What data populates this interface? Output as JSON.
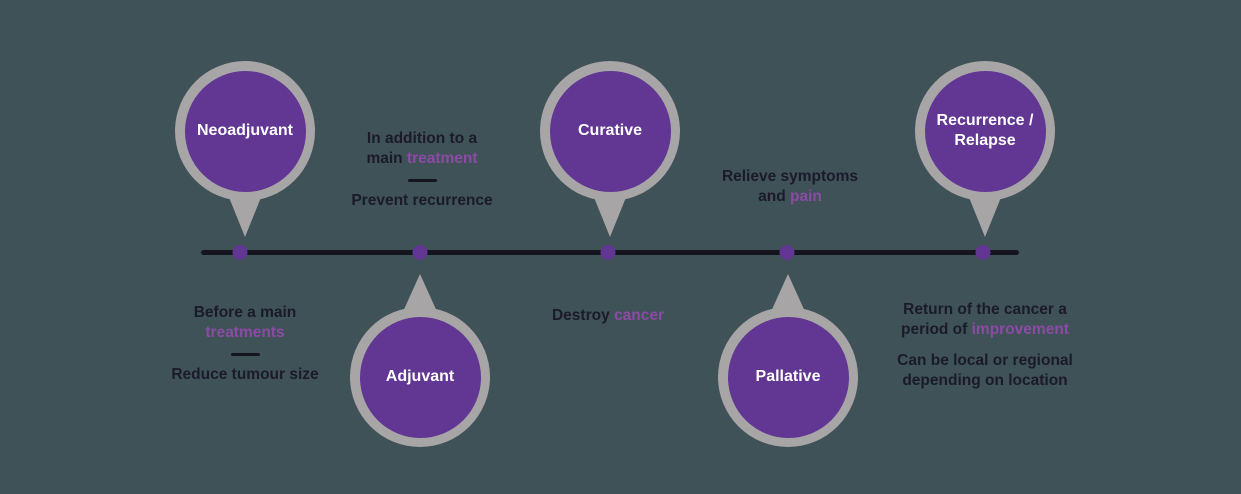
{
  "colors": {
    "background": "#3F5257",
    "circle_fill": "#623693",
    "circle_ring": "#A7A5A6",
    "line": "#15151F",
    "text_dark": "#1A1A2B",
    "text_accent": "#8B4BA5",
    "label_text": "#FFFFFF"
  },
  "sequence": [
    "Neoadjuvant",
    "Adjuvant",
    "Curative",
    "Pallative",
    "Recurrence / Relapse"
  ],
  "nodes": {
    "neoadjuvant": {
      "label": "Neoadjuvant",
      "desc_line1": "Before a main",
      "desc_accent": "treatments",
      "desc_line2": "Reduce tumour size"
    },
    "adjuvant": {
      "label": "Adjuvant",
      "desc_line1": "In addition to a",
      "desc_line2_pre": "main ",
      "desc_accent": "treatment",
      "desc_line3": "Prevent recurrence"
    },
    "curative": {
      "label": "Curative",
      "desc_pre": "Destroy ",
      "desc_accent": "cancer"
    },
    "pallative": {
      "label": "Pallative",
      "desc_line1": "Relieve symptoms",
      "desc_line2_pre": "and ",
      "desc_accent": "pain"
    },
    "recurrence": {
      "label_line1": "Recurrence /",
      "label_line2": "Relapse",
      "desc_line1": "Return of the cancer a",
      "desc_line2_pre": "period of ",
      "desc_accent": "improvement",
      "desc_line3": "Can be local or regional",
      "desc_line4": "depending on location"
    }
  }
}
